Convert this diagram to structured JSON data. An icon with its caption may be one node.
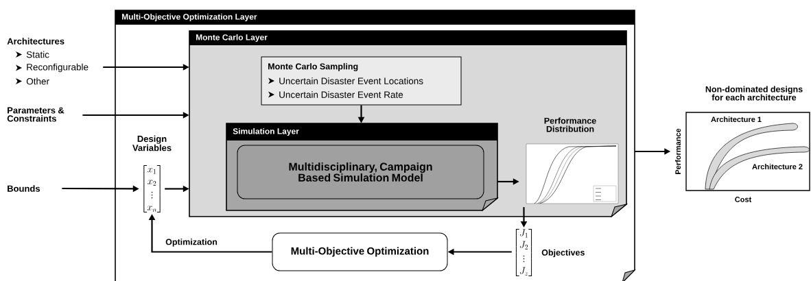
{
  "diagram": {
    "nodes": [
      {
        "text": [
          "Multi-Objective Optimization Layer"
        ]
      },
      {
        "text": [
          "Monte Carlo Layer"
        ],
        "in": 0
      },
      {
        "text": [
          "Monte Carlo Sampling",
          "Uncertain Disaster Event Locations",
          "Uncertain Disaster Event Rate"
        ],
        "in": 1
      },
      {
        "text": [
          "Simulation Layer"
        ],
        "in": 1
      },
      {
        "text": [
          "Multidisciplinary, Campaign Based Simulation Model"
        ],
        "in": 3
      },
      {
        "text": [
          "Performance Distribution"
        ],
        "in": 1
      },
      {
        "text": [
          "Design Variables",
          "\\begin{bmatrix}x_1\\\\x_2\\\\\\vdots\\\\x_n\\end{bmatrix}"
        ],
        "in": 0
      },
      {
        "text": [
          "\\begin{bmatrix}J_1\\\\J_2\\\\\\vdots\\\\J_z\\end{bmatrix}"
        ],
        "beside": [
          "Objectives"
        ],
        "in": 0
      },
      {
        "text": [
          "Multi-Objective Optimization"
        ],
        "in": 0
      },
      {
        "text": [
          "Architectures",
          "Static",
          "Reconfigurable",
          "Other"
        ]
      },
      {
        "text": [
          "Parameters & Constraints"
        ]
      },
      {
        "text": [
          "Bounds"
        ]
      },
      {
        "text": [
          "Non-dominated designs for each architecture",
          "Architecture 1",
          "Performance",
          "Architecture 2",
          "Cost"
        ]
      }
    ],
    "edges": [
      {
        "from": 9,
        "to": 1,
        "arrow": "to"
      },
      {
        "from": 10,
        "to": 1,
        "arrow": "to"
      },
      {
        "from": 11,
        "to": 6,
        "arrow": "to"
      },
      {
        "from": 6,
        "to": 1,
        "arrow": "to"
      },
      {
        "from": 2,
        "to": 3,
        "arrow": "to"
      },
      {
        "from": 3,
        "to": 5,
        "arrow": "to"
      },
      {
        "from": 5,
        "to": 7,
        "arrow": "to"
      },
      {
        "from": 7,
        "to": 8,
        "arrow": "to"
      },
      {
        "from": 8,
        "to": 6,
        "arrow": "to",
        "label": "Optimization"
      },
      {
        "from": 0,
        "to": 12,
        "arrow": "to"
      }
    ]
  }
}
